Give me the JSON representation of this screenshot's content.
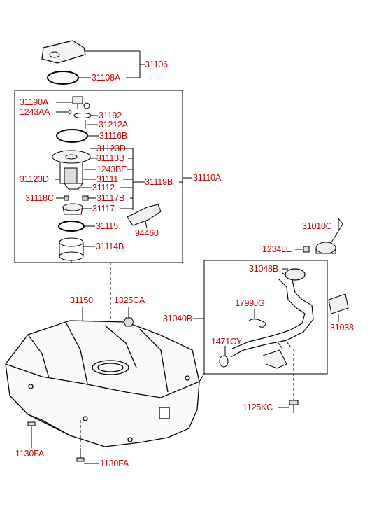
{
  "diagram": {
    "accent_color": "#d40000",
    "line_color": "#000000",
    "labels": {
      "p31106": "31106",
      "p31108A": "31108A",
      "p31190A": "31190A",
      "p1243AA": "1243AA",
      "p31192": "31192",
      "p31212A": "31212A",
      "p31116B": "31116B",
      "p31123D_a": "31123D",
      "p31113B": "31113B",
      "p1243BE": "1243BE",
      "p31123D_b": "31123D",
      "p31111": "31111",
      "p31119B": "31119B",
      "p31110A": "31110A",
      "p31112": "31112",
      "p31118C": "31118C",
      "p31117B": "31117B",
      "p31117": "31117",
      "p94460": "94460",
      "p31115": "31115",
      "p31114B": "31114B",
      "p31010C": "31010C",
      "p1234LE": "1234LE",
      "p31048B": "31048B",
      "p31150": "31150",
      "p1325CA": "1325CA",
      "p1799JG": "1799JG",
      "p31040B": "31040B",
      "p31038": "31038",
      "p1471CY": "1471CY",
      "p1125KC": "1125KC",
      "p1130FA_a": "1130FA",
      "p1130FA_b": "1130FA"
    }
  }
}
